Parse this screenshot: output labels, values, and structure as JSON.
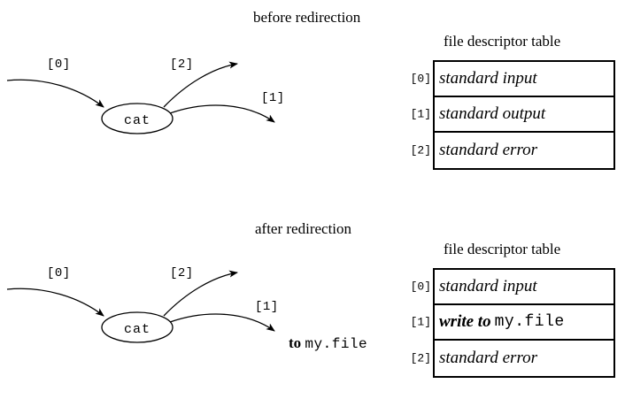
{
  "figure": {
    "title_top": "before redirection",
    "title_bottom": "after redirection"
  },
  "top_panel": {
    "title": "before redirection",
    "process": {
      "name": "cat"
    },
    "arrows": [
      {
        "label": "[0]",
        "role": "stdin-arrow"
      },
      {
        "label": "[2]",
        "role": "stderr-arrow"
      },
      {
        "label": "[1]",
        "role": "stdout-arrow"
      }
    ],
    "table": {
      "heading": "file descriptor table",
      "rows": [
        {
          "index": "[0]",
          "value": "standard input"
        },
        {
          "index": "[1]",
          "value": "standard output"
        },
        {
          "index": "[2]",
          "value": "standard error"
        }
      ]
    }
  },
  "bottom_panel": {
    "title": "after redirection",
    "process": {
      "name": "cat"
    },
    "arrows": [
      {
        "label": "[0]",
        "role": "stdin-arrow"
      },
      {
        "label": "[2]",
        "role": "stderr-arrow"
      },
      {
        "label": "[1]",
        "role": "stdout-arrow"
      }
    ],
    "redirect_note": {
      "prefix": "to",
      "file": "my.file"
    },
    "table": {
      "heading": "file descriptor table",
      "rows": [
        {
          "index": "[0]",
          "value": "standard input",
          "mono": ""
        },
        {
          "index": "[1]",
          "value": "write to",
          "mono": "my.file"
        },
        {
          "index": "[2]",
          "value": "standard error",
          "mono": ""
        }
      ]
    }
  },
  "colors": {
    "ink": "#000000",
    "paper": "#ffffff"
  }
}
